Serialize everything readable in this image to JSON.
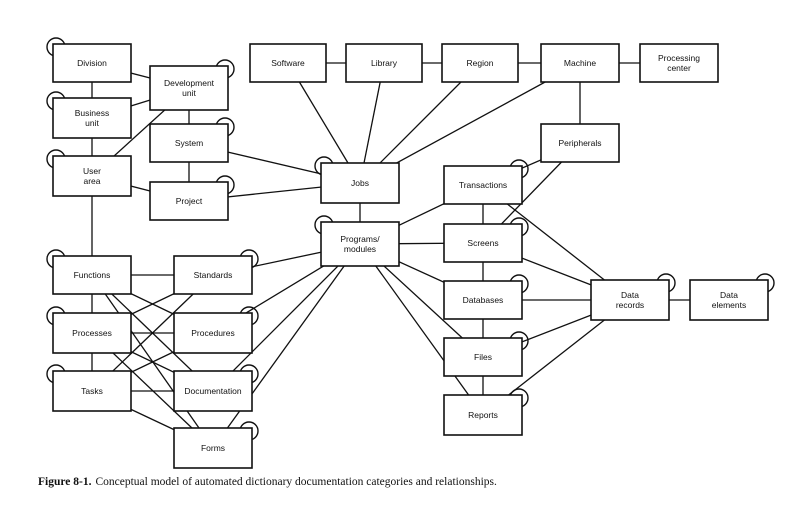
{
  "nodes": {
    "division": {
      "label": "Division"
    },
    "business_unit": {
      "label": "Business\nunit"
    },
    "user_area": {
      "label": "User\narea"
    },
    "development_unit": {
      "label": "Development\nunit"
    },
    "system": {
      "label": "System"
    },
    "project": {
      "label": "Project"
    },
    "software": {
      "label": "Software"
    },
    "library": {
      "label": "Library"
    },
    "region": {
      "label": "Region"
    },
    "machine": {
      "label": "Machine"
    },
    "processing_center": {
      "label": "Processing\ncenter"
    },
    "peripherals": {
      "label": "Peripherals"
    },
    "jobs": {
      "label": "Jobs"
    },
    "programs_modules": {
      "label": "Programs/\nmodules"
    },
    "transactions": {
      "label": "Transactions"
    },
    "screens": {
      "label": "Screens"
    },
    "databases": {
      "label": "Databases"
    },
    "files": {
      "label": "Files"
    },
    "reports": {
      "label": "Reports"
    },
    "data_records": {
      "label": "Data\nrecords"
    },
    "data_elements": {
      "label": "Data\nelements"
    },
    "functions": {
      "label": "Functions"
    },
    "processes": {
      "label": "Processes"
    },
    "tasks": {
      "label": "Tasks"
    },
    "standards": {
      "label": "Standards"
    },
    "procedures": {
      "label": "Procedures"
    },
    "documentation": {
      "label": "Documentation"
    },
    "forms": {
      "label": "Forms"
    }
  },
  "edges": [
    [
      "division",
      "business_unit"
    ],
    [
      "business_unit",
      "user_area"
    ],
    [
      "division",
      "development_unit"
    ],
    [
      "business_unit",
      "development_unit"
    ],
    [
      "user_area",
      "development_unit"
    ],
    [
      "development_unit",
      "system"
    ],
    [
      "system",
      "project"
    ],
    [
      "user_area",
      "functions"
    ],
    [
      "user_area",
      "project"
    ],
    [
      "software",
      "library"
    ],
    [
      "library",
      "region"
    ],
    [
      "region",
      "machine"
    ],
    [
      "machine",
      "processing_center"
    ],
    [
      "machine",
      "peripherals"
    ],
    [
      "software",
      "jobs"
    ],
    [
      "library",
      "jobs"
    ],
    [
      "region",
      "jobs"
    ],
    [
      "machine",
      "jobs"
    ],
    [
      "system",
      "jobs"
    ],
    [
      "project",
      "jobs"
    ],
    [
      "jobs",
      "programs_modules"
    ],
    [
      "programs_modules",
      "standards"
    ],
    [
      "programs_modules",
      "procedures"
    ],
    [
      "programs_modules",
      "documentation"
    ],
    [
      "programs_modules",
      "forms"
    ],
    [
      "programs_modules",
      "transactions"
    ],
    [
      "programs_modules",
      "screens"
    ],
    [
      "programs_modules",
      "databases"
    ],
    [
      "programs_modules",
      "files"
    ],
    [
      "programs_modules",
      "reports"
    ],
    [
      "transactions",
      "screens"
    ],
    [
      "screens",
      "databases"
    ],
    [
      "databases",
      "files"
    ],
    [
      "files",
      "reports"
    ],
    [
      "transactions",
      "peripherals"
    ],
    [
      "screens",
      "peripherals"
    ],
    [
      "transactions",
      "data_records"
    ],
    [
      "screens",
      "data_records"
    ],
    [
      "databases",
      "data_records"
    ],
    [
      "files",
      "data_records"
    ],
    [
      "reports",
      "data_records"
    ],
    [
      "data_records",
      "data_elements"
    ],
    [
      "functions",
      "processes"
    ],
    [
      "processes",
      "tasks"
    ],
    [
      "functions",
      "standards"
    ],
    [
      "functions",
      "procedures"
    ],
    [
      "functions",
      "documentation"
    ],
    [
      "functions",
      "forms"
    ],
    [
      "processes",
      "standards"
    ],
    [
      "processes",
      "procedures"
    ],
    [
      "processes",
      "documentation"
    ],
    [
      "processes",
      "forms"
    ],
    [
      "tasks",
      "standards"
    ],
    [
      "tasks",
      "procedures"
    ],
    [
      "tasks",
      "documentation"
    ],
    [
      "tasks",
      "forms"
    ]
  ],
  "self_loops": [
    "division",
    "business_unit",
    "user_area",
    "development_unit",
    "system",
    "project",
    "jobs",
    "programs_modules",
    "transactions",
    "screens",
    "databases",
    "files",
    "reports",
    "data_records",
    "data_elements",
    "functions",
    "processes",
    "tasks",
    "standards",
    "procedures",
    "documentation",
    "forms"
  ],
  "caption": {
    "figure_label": "Figure 8-1.",
    "text": "Conceptual model of automated dictionary documentation categories and relationships."
  }
}
